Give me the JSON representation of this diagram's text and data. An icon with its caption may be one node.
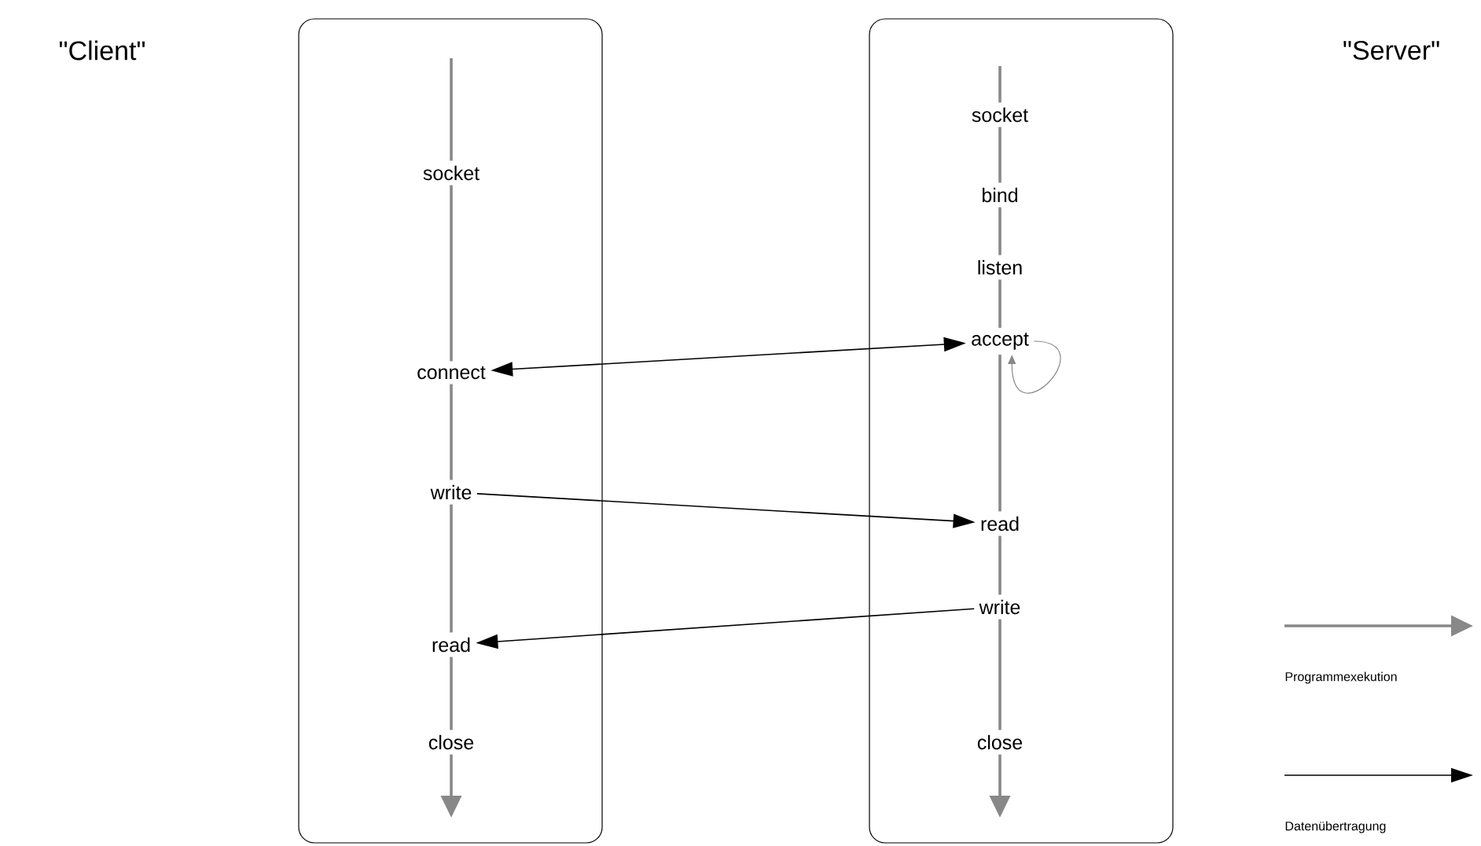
{
  "diagram": {
    "nodes": [
      {
        "text": [],
        "shape": "box"
      },
      {
        "text": [],
        "shape": "box"
      },
      {
        "text": [
          "socket"
        ],
        "in": 0
      },
      {
        "text": [
          "connect"
        ],
        "in": 0
      },
      {
        "text": [
          "write"
        ],
        "in": 0
      },
      {
        "text": [
          "read"
        ],
        "in": 0
      },
      {
        "text": [
          "close"
        ],
        "in": 0
      },
      {
        "text": [
          "socket"
        ],
        "in": 1
      },
      {
        "text": [
          "bind"
        ],
        "in": 1
      },
      {
        "text": [
          "listen"
        ],
        "in": 1
      },
      {
        "text": [
          "accept"
        ],
        "in": 1
      },
      {
        "text": [
          "read"
        ],
        "in": 1
      },
      {
        "text": [
          "write"
        ],
        "in": 1
      },
      {
        "text": [
          "close"
        ],
        "in": 1
      }
    ],
    "edges": [
      {
        "from": null,
        "to": 2,
        "arrow": "none"
      },
      {
        "from": 2,
        "to": 3,
        "arrow": "none"
      },
      {
        "from": 3,
        "to": 4,
        "arrow": "none"
      },
      {
        "from": 4,
        "to": 5,
        "arrow": "none"
      },
      {
        "from": 5,
        "to": 6,
        "arrow": "none"
      },
      {
        "from": 6,
        "to": null,
        "arrow": "to"
      },
      {
        "from": null,
        "to": 7,
        "arrow": "none"
      },
      {
        "from": 7,
        "to": 8,
        "arrow": "none"
      },
      {
        "from": 8,
        "to": 9,
        "arrow": "none"
      },
      {
        "from": 9,
        "to": 10,
        "arrow": "none"
      },
      {
        "from": 10,
        "to": 11,
        "arrow": "none"
      },
      {
        "from": 11,
        "to": 12,
        "arrow": "none"
      },
      {
        "from": 12,
        "to": 13,
        "arrow": "none"
      },
      {
        "from": 13,
        "to": null,
        "arrow": "to"
      },
      {
        "from": 10,
        "to": 10,
        "arrow": "to"
      },
      {
        "from": 3,
        "to": 10,
        "arrow": "both",
        "color": "#000000"
      },
      {
        "from": 4,
        "to": 11,
        "arrow": "to",
        "color": "#000000"
      },
      {
        "from": 12,
        "to": 5,
        "arrow": "to",
        "color": "#000000"
      }
    ],
    "labels": [
      "\"Client\"",
      "\"Server\""
    ],
    "legend": [
      {
        "text": "Programmexekution"
      },
      {
        "text": "Datenübertragung"
      }
    ]
  }
}
